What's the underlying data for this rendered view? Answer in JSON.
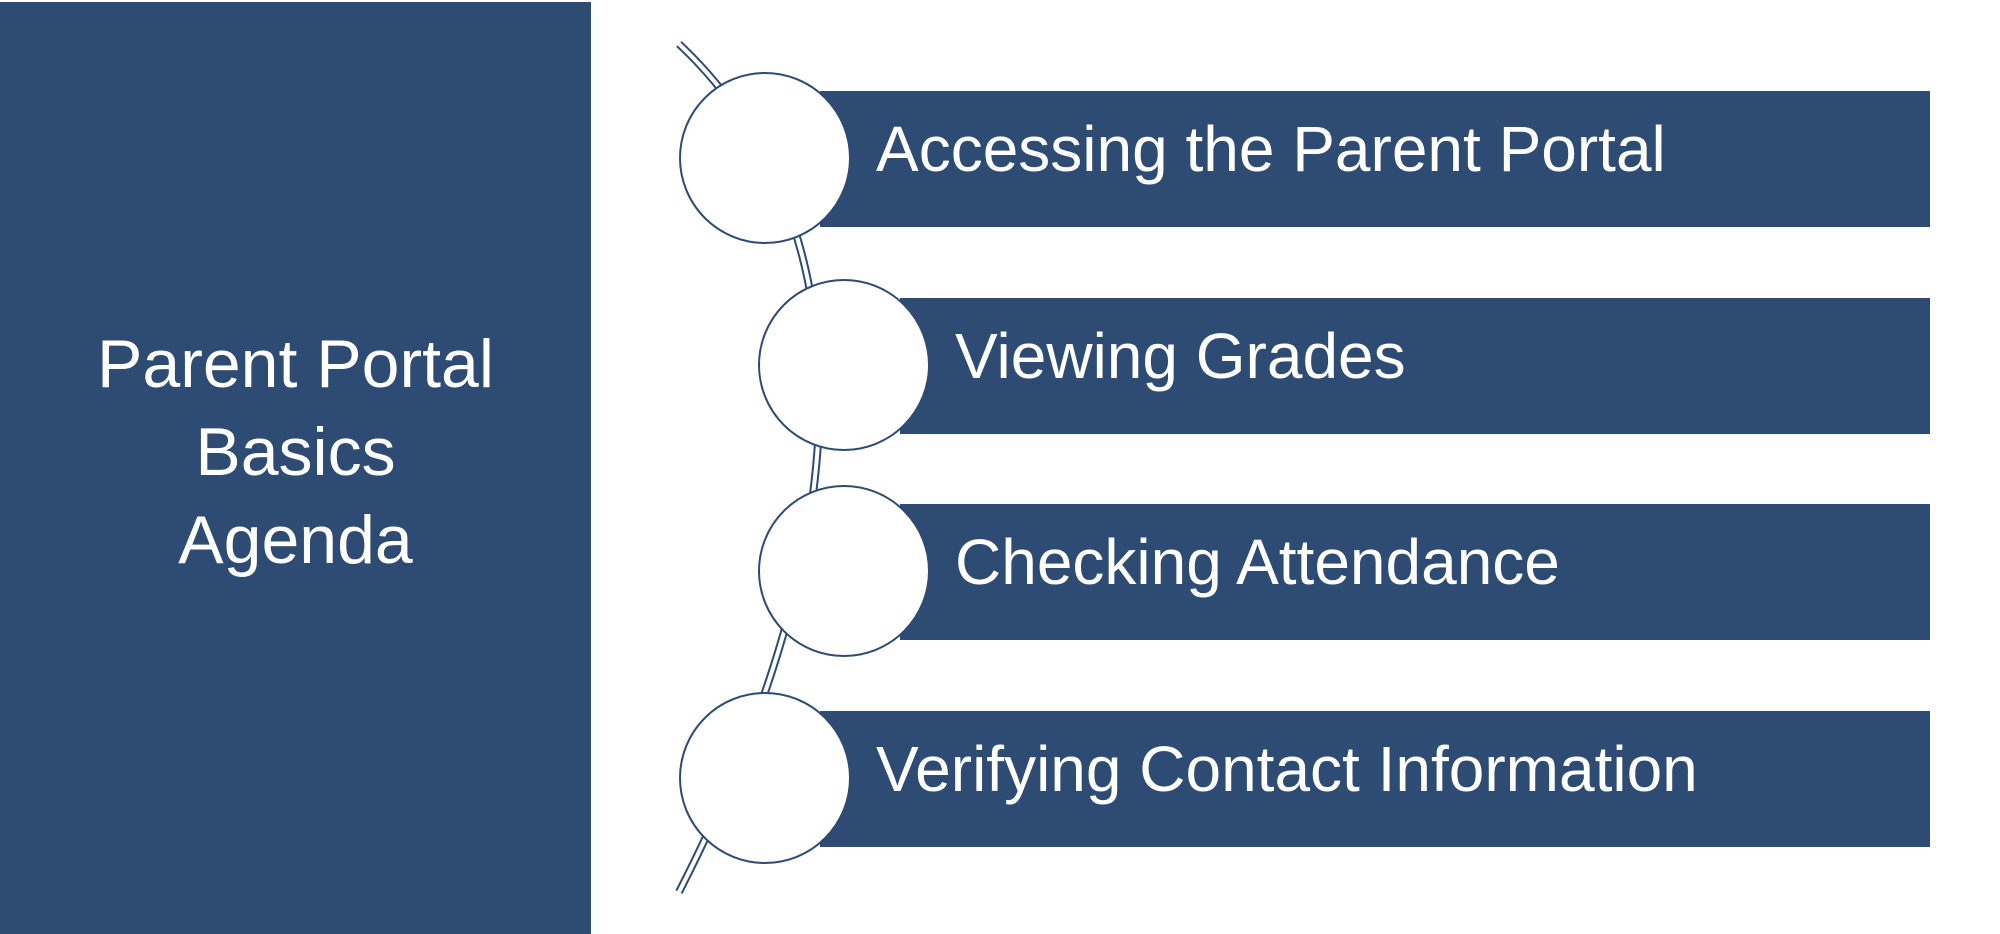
{
  "slide": {
    "title_lines": [
      "Parent Portal",
      "Basics",
      "Agenda"
    ]
  },
  "agenda": {
    "items": [
      {
        "label": "Accessing the Parent Portal"
      },
      {
        "label": "Viewing Grades"
      },
      {
        "label": "Checking Attendance"
      },
      {
        "label": "Verifying Contact Information"
      }
    ]
  },
  "colors": {
    "panel": "#2d4b73",
    "text": "#ffffff",
    "circle_fill": "#ffffff",
    "outline": "#2d4b73"
  }
}
